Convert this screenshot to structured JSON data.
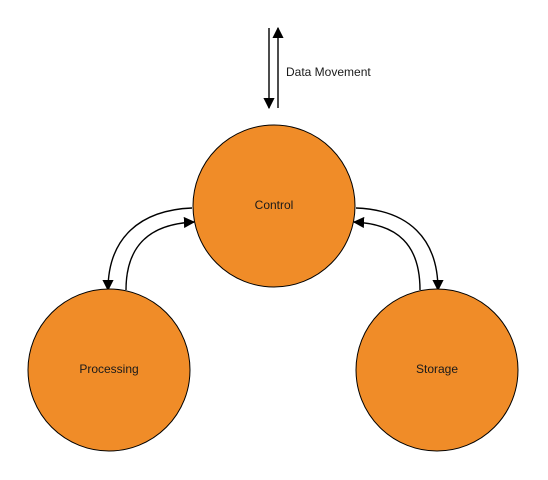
{
  "colors": {
    "node_fill": "#f08c28",
    "node_stroke": "#000000",
    "connector": "#000000",
    "background": "#ffffff"
  },
  "nodes": {
    "control": {
      "label": "Control"
    },
    "processing": {
      "label": "Processing"
    },
    "storage": {
      "label": "Storage"
    }
  },
  "external": {
    "data_movement": {
      "label": "Data Movement",
      "direction": "bidirectional"
    }
  },
  "edges": [
    {
      "from": "control",
      "to": "processing"
    },
    {
      "from": "processing",
      "to": "control"
    },
    {
      "from": "control",
      "to": "storage"
    },
    {
      "from": "storage",
      "to": "control"
    }
  ]
}
